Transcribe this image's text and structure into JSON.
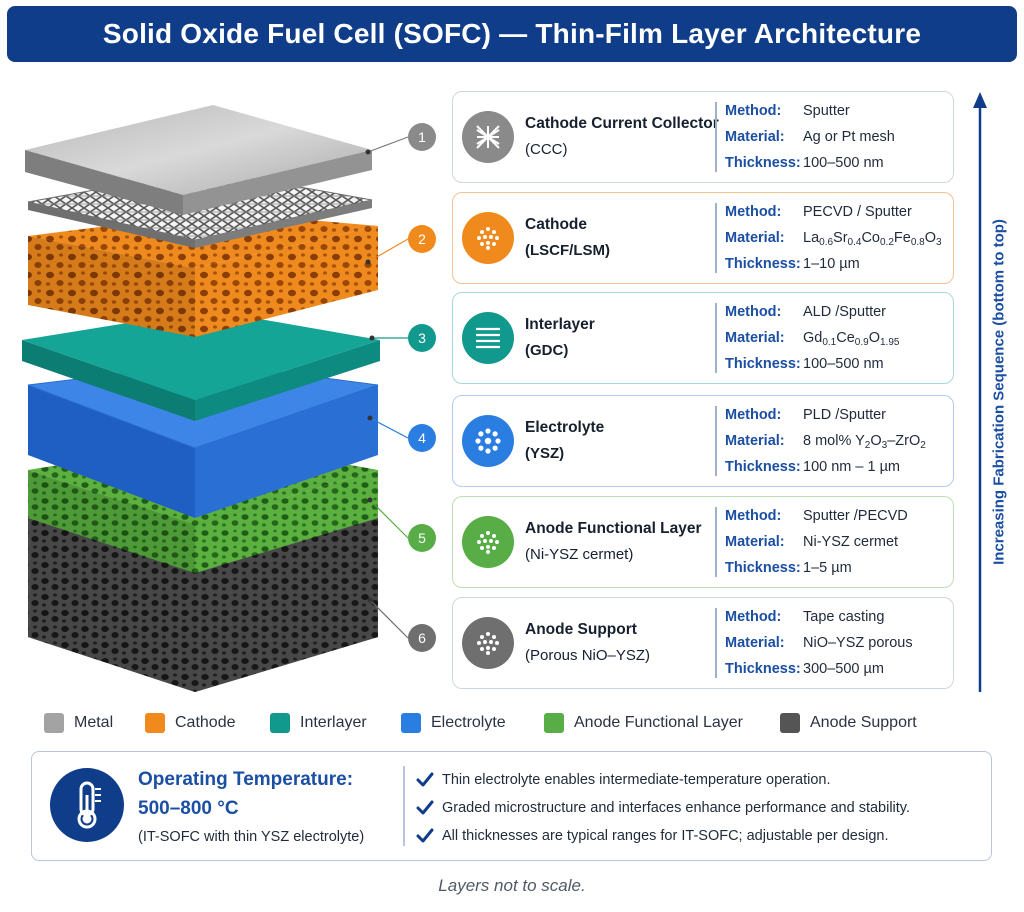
{
  "title": "Solid Oxide Fuel Cell (SOFC) — Thin-Film Layer Architecture",
  "layers": [
    {
      "num": "1",
      "name1": "Cathode Current Collector",
      "name2": "(CCC)",
      "name2_bold": false,
      "method": "Sputter",
      "material": "Ag or Pt mesh",
      "material_html": "Ag or Pt mesh",
      "thickness": "100–500 nm",
      "color": "#8a8a8a",
      "icon": "mesh-icon"
    },
    {
      "num": "2",
      "name1": "Cathode",
      "name2": "(LSCF/LSM)",
      "name2_bold": true,
      "method": "PECVD / Sputter",
      "material": "La0.6Sr0.4Co0.2Fe0.8O3",
      "material_html": "La<sub>0.6</sub>Sr<sub>0.4</sub>Co<sub>0.2</sub>Fe<sub>0.8</sub>O<sub>3</sub>",
      "thickness": "1–10 µm",
      "color": "#f08a1c",
      "icon": "porous-dots-icon"
    },
    {
      "num": "3",
      "name1": "Interlayer",
      "name2": "(GDC)",
      "name2_bold": true,
      "method": "ALD /Sputter",
      "material": "Gd0.1Ce0.9O1.95",
      "material_html": "Gd<sub>0.1</sub>Ce<sub>0.9</sub>O<sub>1.95</sub>",
      "thickness": "100–500 nm",
      "color": "#11998e",
      "icon": "lines-icon"
    },
    {
      "num": "4",
      "name1": "Electrolyte",
      "name2": "(YSZ)",
      "name2_bold": true,
      "method": "PLD /Sputter",
      "material": "8 mol% Y2O3–ZrO2",
      "material_html": "8 mol% Y<sub>2</sub>O<sub>3</sub>–ZrO<sub>2</sub>",
      "thickness": "100 nm – 1 µm",
      "color": "#2a7de1",
      "icon": "ion-ring-icon"
    },
    {
      "num": "5",
      "name1": "Anode Functional Layer",
      "name2": "(Ni-YSZ cermet)",
      "name2_bold": false,
      "method": "Sputter /PECVD",
      "material": "Ni-YSZ cermet",
      "material_html": "Ni-YSZ cermet",
      "thickness": "1–5 µm",
      "color": "#58ad46",
      "icon": "porous-dots-icon"
    },
    {
      "num": "6",
      "name1": "Anode Support",
      "name2": "(Porous NiO–YSZ)",
      "name2_bold": false,
      "method": "Tape casting",
      "material": "NiO–YSZ porous",
      "material_html": "NiO–YSZ porous",
      "thickness": "300–500 µm",
      "color": "#6f6f6f",
      "icon": "porous-dots-icon"
    }
  ],
  "labels": {
    "method": "Method:",
    "material": "Material:",
    "thickness": "Thickness:"
  },
  "sequence_label": "Increasing Fabrication Sequence (bottom to top)",
  "legend": [
    {
      "label": "Metal",
      "color": "#a3a3a3"
    },
    {
      "label": "Cathode",
      "color": "#f08a1c"
    },
    {
      "label": "Interlayer",
      "color": "#11998e"
    },
    {
      "label": "Electrolyte",
      "color": "#2a7de1"
    },
    {
      "label": "Anode Functional Layer",
      "color": "#58ad46"
    },
    {
      "label": "Anode Support",
      "color": "#555555"
    }
  ],
  "operating": {
    "title": "Operating Temperature:",
    "value": "500–800 °C",
    "note": "(IT-SOFC with thin YSZ electrolyte)",
    "bullets": [
      "Thin electrolyte enables intermediate-temperature operation.",
      "Graded microstructure and interfaces enhance performance and stability.",
      "All thicknesses are typical ranges for IT-SOFC; adjustable per design."
    ]
  },
  "footer": "Layers not to scale.",
  "colors": {
    "primary": "#0f3d8a",
    "accent": "#1b4fa3"
  }
}
